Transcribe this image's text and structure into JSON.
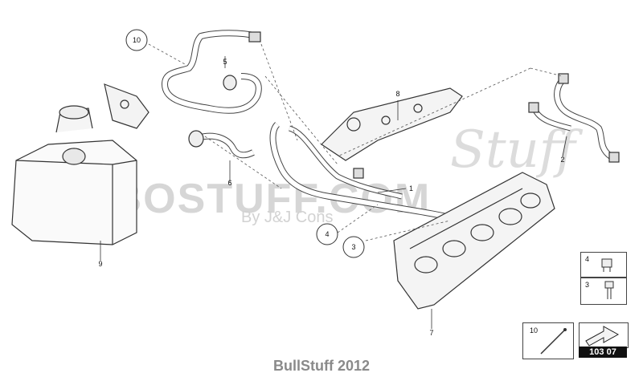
{
  "watermark": {
    "main": "LAMBOSTUFF.COM",
    "sub": "By J&J Cons",
    "script": "Stuff"
  },
  "callouts": {
    "c1": "1",
    "c2": "2",
    "c3": "3",
    "c4": "4",
    "c5": "5",
    "c6": "6",
    "c7": "7",
    "c8": "8",
    "c9": "9",
    "c10": "10"
  },
  "legend": {
    "item4": "4",
    "item3": "3",
    "item10": "10",
    "page_code": "103 07"
  },
  "footer": "BullStuff 2012"
}
